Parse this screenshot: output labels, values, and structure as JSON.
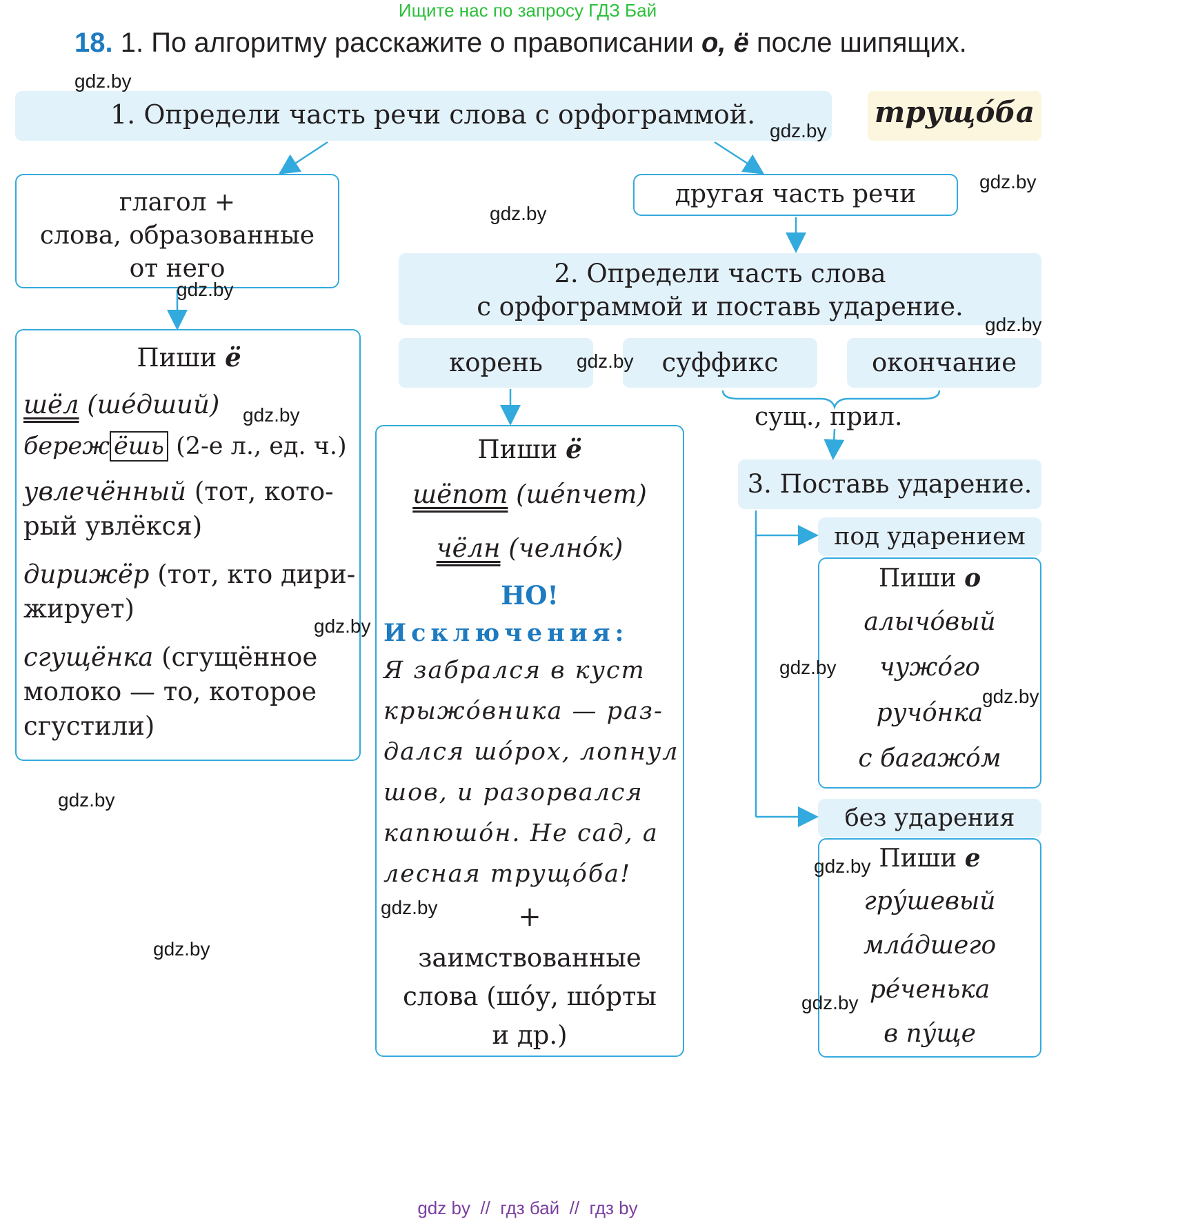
{
  "top_banner": "Ищите нас по запросу ГДЗ Бай",
  "task": {
    "number": "18.",
    "text_before": "1. По алгоритму расскажите о правописании ",
    "highlight": "о, ё",
    "text_after": " после шипящих."
  },
  "dictionary_word": "трущо́ба",
  "step1": "1. Определи часть речи слова с орфограммой.",
  "verb_box": [
    "глагол +",
    "слова, образованные",
    "от него"
  ],
  "other_pos": "другая часть речи",
  "step2": [
    "2. Определи часть слова",
    "с орфограммой и поставь ударение."
  ],
  "parts": {
    "root": "корень",
    "suffix": "суффикс",
    "ending": "окончание"
  },
  "noun_adj": "сущ., прил.",
  "step3": "3. Поставь ударение.",
  "stressed": "под ударением",
  "unstressed": "без ударения",
  "left_box": {
    "title_word": "Пиши ",
    "title_letter": "ё",
    "l1": {
      "w": "шёл",
      "paren": "(ше́дший)"
    },
    "l2": {
      "pre": "береж",
      "box": "ёшь",
      "note": "(2-е л., ед. ч.)"
    },
    "l3": {
      "w": "увлечённый",
      "note": "(тот, кото-"
    },
    "l4": "рый увлёкся)",
    "l5": {
      "w": "дирижёр",
      "note": "(тот, кто дири-"
    },
    "l6": "жирует)",
    "l7": {
      "w": "сгущёнка",
      "note": "(сгущённое"
    },
    "l8": "молоко — то, которое",
    "l9": "сгустили)"
  },
  "mid_box": {
    "title_word": "Пиши ",
    "title_letter": "ё",
    "l1": {
      "w": "шёпот",
      "paren": "(ше́пчет)"
    },
    "l2": {
      "w": "чёлн",
      "paren": "(челно́к)"
    },
    "but": "НО!",
    "exceptions": "Исключения:",
    "ex": [
      "Я забрался в куст",
      "крыжо́вника — раз-",
      "дался шо́рох, лопнул",
      "шов, и разорвался",
      "капюшо́н. Не сад, а",
      "лесная трущо́ба!"
    ],
    "plus": "+",
    "borrowed": [
      "заимствованные",
      "слова (шо́у, шо́рты",
      "и др.)"
    ]
  },
  "right_o": {
    "title_word": "Пиши ",
    "title_letter": "о",
    "words": [
      "алычо́вый",
      "чужо́го",
      "ручо́нка",
      "с багажо́м"
    ]
  },
  "right_e": {
    "title_word": "Пиши ",
    "title_letter": "е",
    "words": [
      "гру́шевый",
      "мла́дшего",
      "ре́ченька",
      "в пу́ще"
    ]
  },
  "watermark": "gdz.by",
  "footer": "gdz by  //  гдз бай  //  гдз by",
  "colors": {
    "accent": "#1e7bc0",
    "frame": "#33aadd",
    "fill": "#e2f2fa",
    "banner": "#2bbf3a",
    "footer": "#7b3fa0"
  }
}
